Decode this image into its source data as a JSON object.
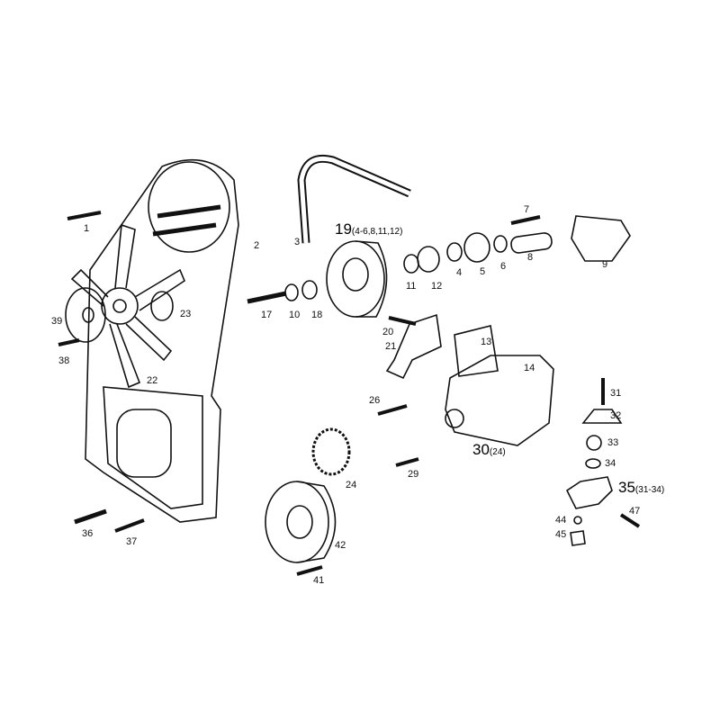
{
  "diagram": {
    "parts": [
      {
        "n": "1"
      },
      {
        "n": "2"
      },
      {
        "n": "3"
      },
      {
        "n": "19",
        "sub": "(4-6,8,11,12)"
      },
      {
        "n": "7"
      },
      {
        "n": "9"
      },
      {
        "n": "8"
      },
      {
        "n": "6"
      },
      {
        "n": "5"
      },
      {
        "n": "4"
      },
      {
        "n": "12"
      },
      {
        "n": "11"
      },
      {
        "n": "17"
      },
      {
        "n": "10"
      },
      {
        "n": "18"
      },
      {
        "n": "39"
      },
      {
        "n": "38"
      },
      {
        "n": "23"
      },
      {
        "n": "22"
      },
      {
        "n": "20"
      },
      {
        "n": "21"
      },
      {
        "n": "13"
      },
      {
        "n": "14"
      },
      {
        "n": "26"
      },
      {
        "n": "31"
      },
      {
        "n": "32"
      },
      {
        "n": "33"
      },
      {
        "n": "34"
      },
      {
        "n": "30",
        "sub": "(24)"
      },
      {
        "n": "29"
      },
      {
        "n": "24"
      },
      {
        "n": "35",
        "sub": "(31-34)"
      },
      {
        "n": "36"
      },
      {
        "n": "37"
      },
      {
        "n": "42"
      },
      {
        "n": "41"
      },
      {
        "n": "44"
      },
      {
        "n": "45"
      },
      {
        "n": "47"
      }
    ]
  }
}
